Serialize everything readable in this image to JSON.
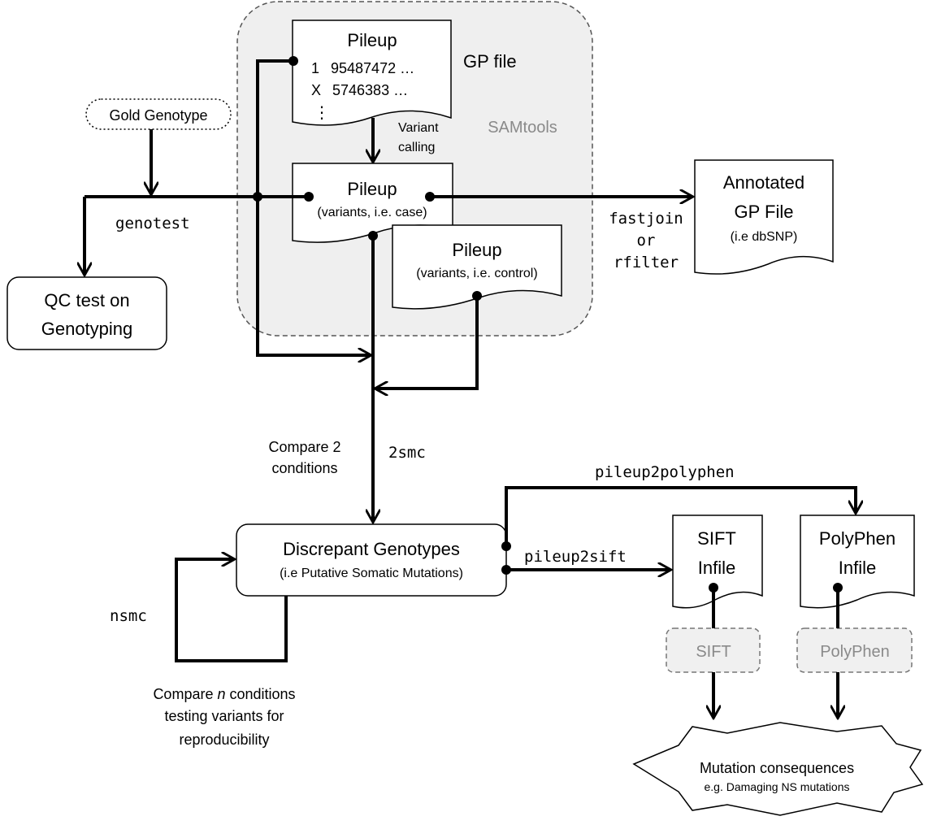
{
  "samtools": {
    "label": "SAMtools"
  },
  "gp_file": {
    "title": "Pileup",
    "row1_chr": "1",
    "row1_pos": "95487472 …",
    "row2_chr": "X",
    "row2_pos": "5746383 …",
    "ellipsis": "⋮",
    "side_label": "GP file"
  },
  "variant_calling": {
    "line1": "Variant",
    "line2": "calling"
  },
  "pileup_case": {
    "title": "Pileup",
    "subtitle": "(variants, i.e. case)"
  },
  "pileup_control": {
    "title": "Pileup",
    "subtitle": "(variants, i.e. control)"
  },
  "gold_genotype": {
    "label": "Gold Genotype"
  },
  "genotest": {
    "label": "genotest"
  },
  "qc_test": {
    "line1": "QC test on",
    "line2": "Genotyping"
  },
  "annotated": {
    "line1": "Annotated",
    "line2": "GP File",
    "line3": "(i.e dbSNP)"
  },
  "fastjoin": {
    "line1": "fastjoin",
    "line2": "or",
    "line3": "rfilter"
  },
  "compare2": {
    "line1": "Compare 2",
    "line2": "conditions"
  },
  "twosmc": {
    "label": "2smc"
  },
  "discrepant": {
    "title": "Discrepant Genotypes",
    "subtitle": "(i.e Putative Somatic Mutations)"
  },
  "nsmc": {
    "label": "nsmc"
  },
  "compare_n": {
    "line1_pre": "Compare ",
    "line1_em": "n",
    "line1_post": " conditions",
    "line2": "testing variants for",
    "line3": "reproducibility"
  },
  "pileup2polyphen": {
    "label": "pileup2polyphen"
  },
  "pileup2sift": {
    "label": "pileup2sift"
  },
  "sift_infile": {
    "line1": "SIFT",
    "line2": "Infile"
  },
  "polyphen_infile": {
    "line1": "PolyPhen",
    "line2": "Infile"
  },
  "sift_tool": {
    "label": "SIFT"
  },
  "polyphen_tool": {
    "label": "PolyPhen"
  },
  "consequences": {
    "line1": "Mutation consequences",
    "line2": "e.g. Damaging NS mutations"
  }
}
